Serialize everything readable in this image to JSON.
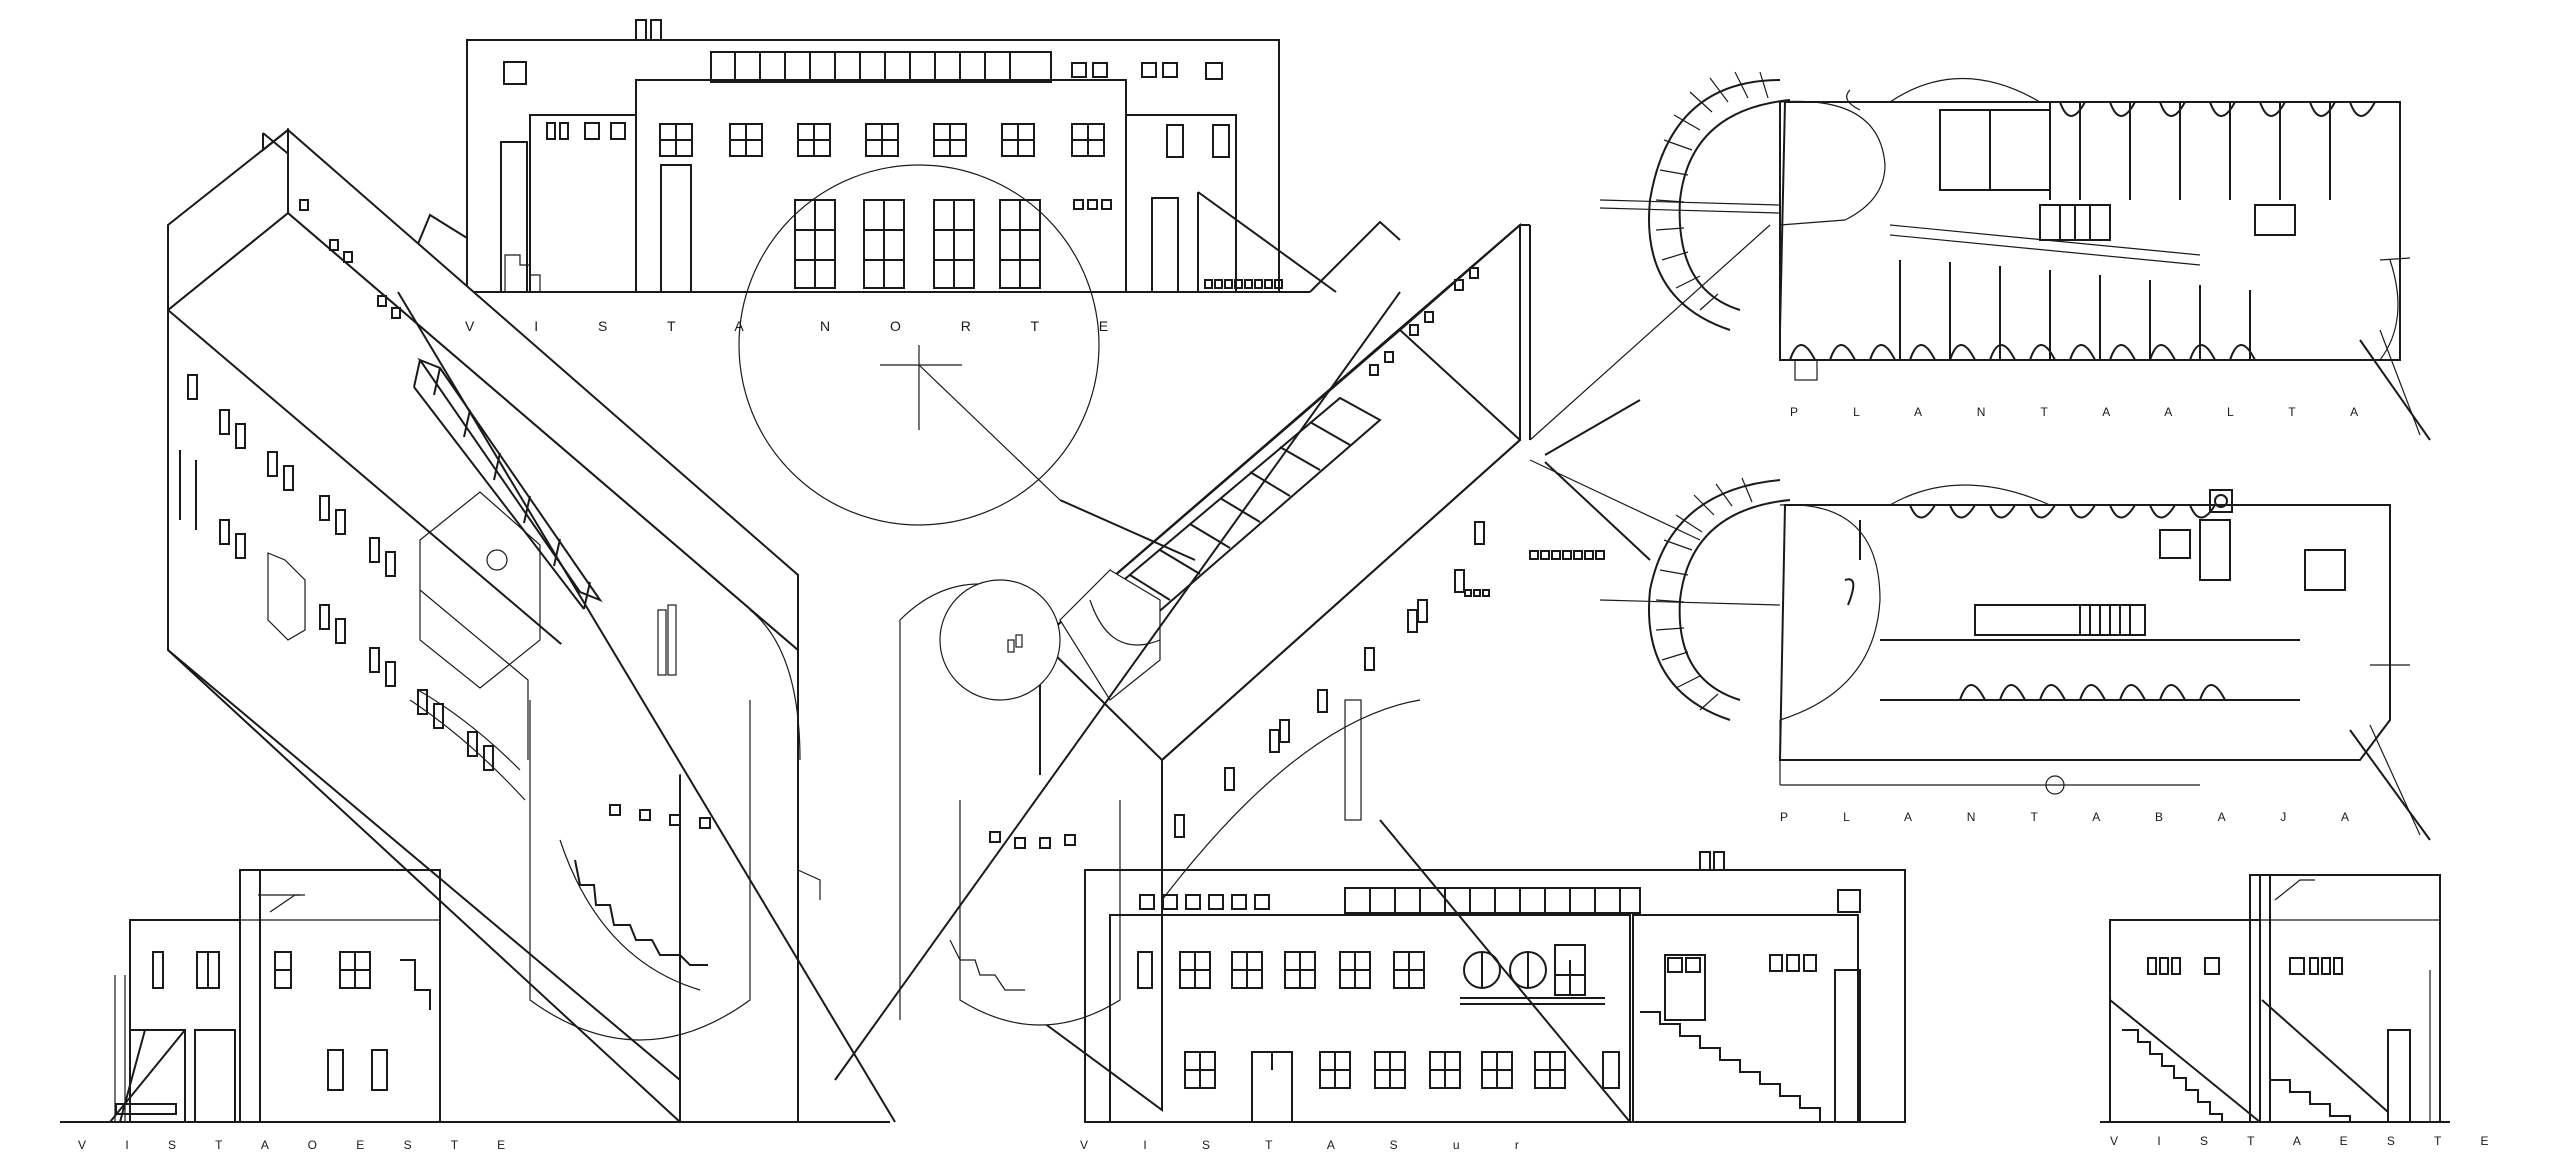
{
  "drawing": {
    "labels": {
      "vista_norte_a": "V I S T A",
      "vista_norte_b": "N O R T E",
      "planta_alta": "P L A N T A   A L T A",
      "planta_baja": "P L A N T A   B A J A",
      "vista_oeste": "V I S T A   O E S T E",
      "vista_sur": "V I S T A   S u r",
      "vista_este": "V I S T A   E S T E"
    },
    "ink_color": "#1a1a1a",
    "paper_color": "#ffffff"
  }
}
